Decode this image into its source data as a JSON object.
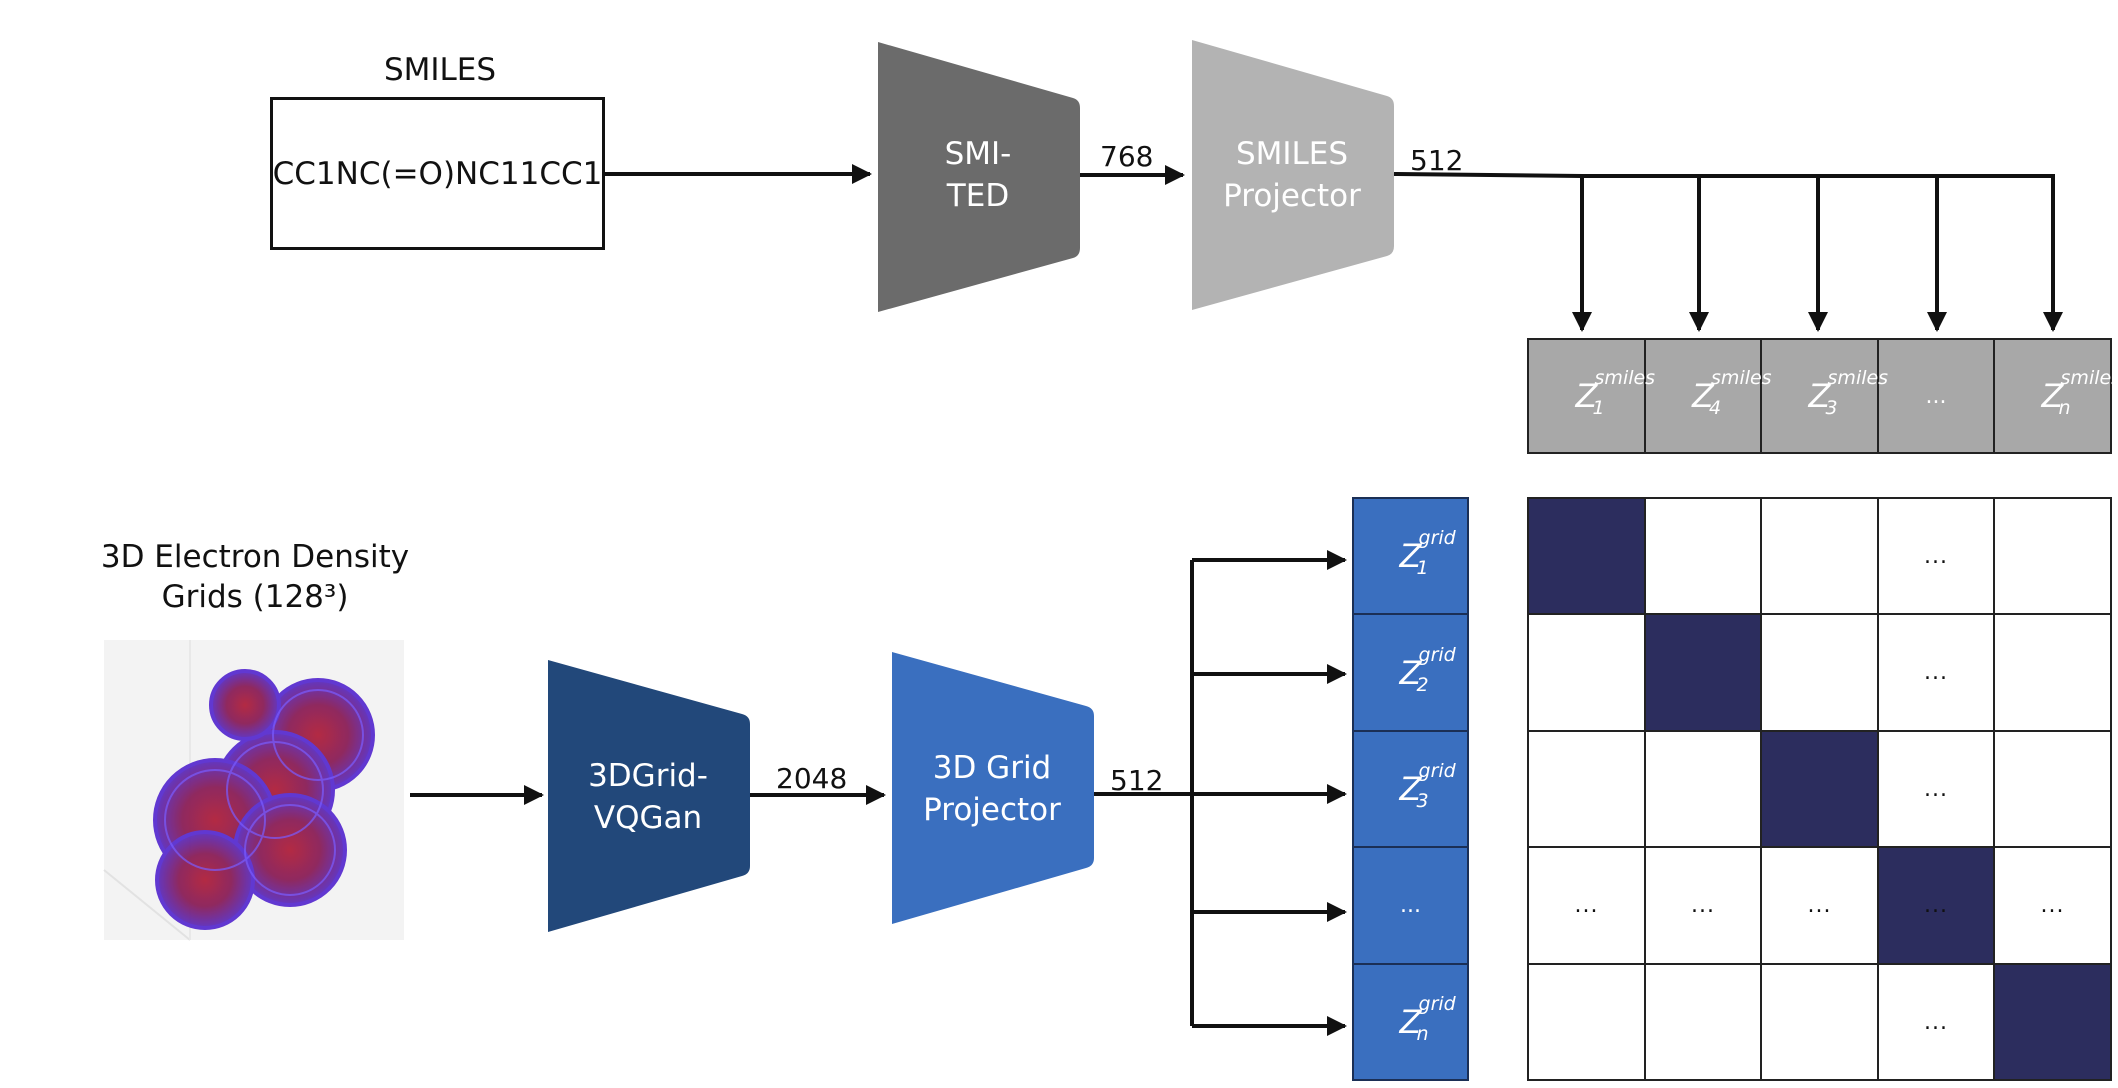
{
  "smiles_section": {
    "title": "SMILES",
    "input_string": "CC1NC(=O)NC11CC1"
  },
  "smi_ted": {
    "line1": "SMI-",
    "line2": "TED"
  },
  "dim_smi_ted_out": "768",
  "smiles_projector": {
    "line1": "SMILES",
    "line2": "Projector"
  },
  "dim_smiles_proj_out": "512",
  "smiles_embeddings": [
    {
      "base": "Z",
      "sub": "1",
      "sup": "smiles"
    },
    {
      "base": "Z",
      "sub": "4",
      "sup": "smiles"
    },
    {
      "base": "Z",
      "sub": "3",
      "sup": "smiles"
    },
    {
      "base": "...",
      "sub": "",
      "sup": ""
    },
    {
      "base": "Z",
      "sub": "n",
      "sup": "smiles"
    }
  ],
  "density_section": {
    "title_line1": "3D Electron Density",
    "title_line2": "Grids (128³)"
  },
  "vqgan": {
    "line1": "3DGrid-",
    "line2": "VQGan"
  },
  "dim_vqgan_out": "2048",
  "grid_projector": {
    "line1": "3D Grid",
    "line2": "Projector"
  },
  "dim_grid_proj_out": "512",
  "grid_embeddings": [
    {
      "base": "Z",
      "sub": "1",
      "sup": "grid"
    },
    {
      "base": "Z",
      "sub": "2",
      "sup": "grid"
    },
    {
      "base": "Z",
      "sub": "3",
      "sup": "grid"
    },
    {
      "base": "...",
      "sub": "",
      "sup": ""
    },
    {
      "base": "Z",
      "sub": "n",
      "sup": "grid"
    }
  ],
  "similarity_matrix": {
    "rows": [
      [
        "filled",
        "",
        "",
        "...",
        ""
      ],
      [
        "",
        "filled",
        "",
        "...",
        ""
      ],
      [
        "",
        "",
        "filled",
        "...",
        ""
      ],
      [
        "...",
        "...",
        "...",
        "filled...",
        "..."
      ],
      [
        "",
        "",
        "",
        "...",
        "filled"
      ]
    ]
  },
  "colors": {
    "smi_ted": "#6b6b6b",
    "smiles_projector": "#b3b3b3",
    "smiles_cells": "#a8a8a8",
    "vqgan": "#22487a",
    "grid_projector": "#3a6fbf",
    "grid_cells": "#3a6fbf",
    "matrix_diag": "#2c2d5e"
  }
}
